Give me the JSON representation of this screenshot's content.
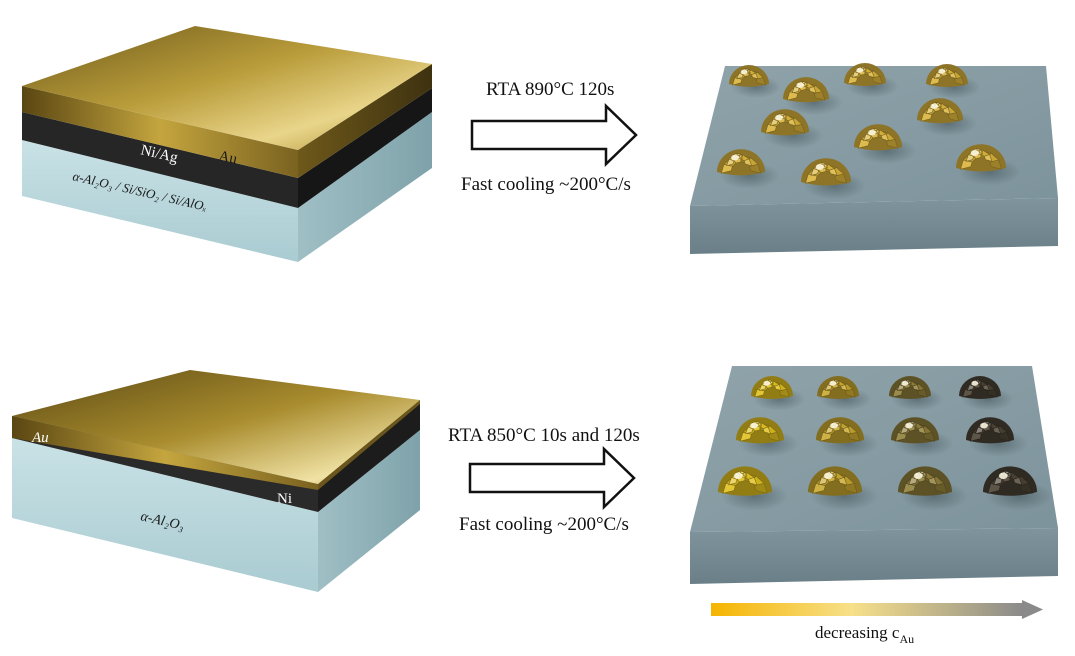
{
  "top_row": {
    "layers": {
      "top": "Au",
      "middle": "Ni/Ag",
      "substrate": "α-Al₂O₃ / Si/SiO₂ / Si/AlOₓ"
    },
    "process": {
      "rta": "RTA 890°C 120s",
      "cooling": "Fast cooling ~200°C/s"
    },
    "particle_colors": [
      "#d9b33a",
      "#d9b33a",
      "#d9b33a",
      "#d9b33a",
      "#d9b33a",
      "#d9b33a",
      "#d9b33a",
      "#d9b33a",
      "#d9b33a",
      "#d9b33a"
    ]
  },
  "bottom_row": {
    "layers": {
      "top": "Au",
      "middle": "Ni",
      "substrate": "α-Al₂O₃"
    },
    "process": {
      "rta": "RTA 850°C  10s and 120s",
      "cooling": "Fast cooling ~200°C/s"
    },
    "particle_colors": [
      "#e0c020",
      "#c9a830",
      "#8f7e3a",
      "#4a4234"
    ]
  },
  "gradient_bar": {
    "label_text": "decreasing c",
    "label_subscript": "Au",
    "color_start": "#f5b400",
    "color_mid": "#f7e08a",
    "color_end": "#8a8a8a"
  },
  "colors": {
    "gold": "#b89a2e",
    "gold_dark": "#6b5418",
    "substrate_top": "#c6dfe3",
    "substrate_side": "#8fb3bb",
    "slab_top": "#8fa2aa",
    "slab_front": "#6f848c",
    "ni_layer": "#2b2b2b"
  }
}
